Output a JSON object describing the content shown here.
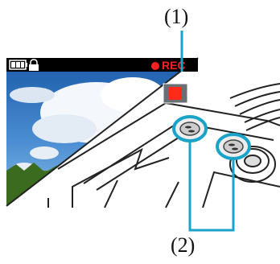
{
  "callouts": {
    "label1": "(1)",
    "label2": "(2)"
  },
  "screen": {
    "rec_text": "REC"
  },
  "icons": [
    "battery-icon",
    "lock-icon",
    "record-dot-icon",
    "stop-button-icon",
    "microphone-icon",
    "dial-icon"
  ],
  "colors": {
    "accent": "#19a3c8",
    "rec": "#ff2020"
  }
}
